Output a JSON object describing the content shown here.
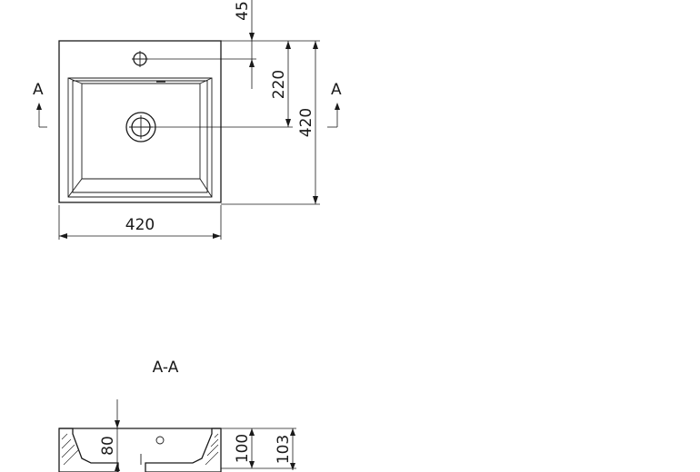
{
  "plan_view": {
    "dimensions": {
      "width": "420",
      "depth": "420",
      "tap_hole_offset": "45",
      "drain_offset": "220"
    },
    "section_marker_left": "A",
    "section_marker_right": "A"
  },
  "section_view": {
    "title": "A-A",
    "dimensions": {
      "bowl_depth": "80",
      "body_height": "100",
      "total_height": "103"
    }
  }
}
